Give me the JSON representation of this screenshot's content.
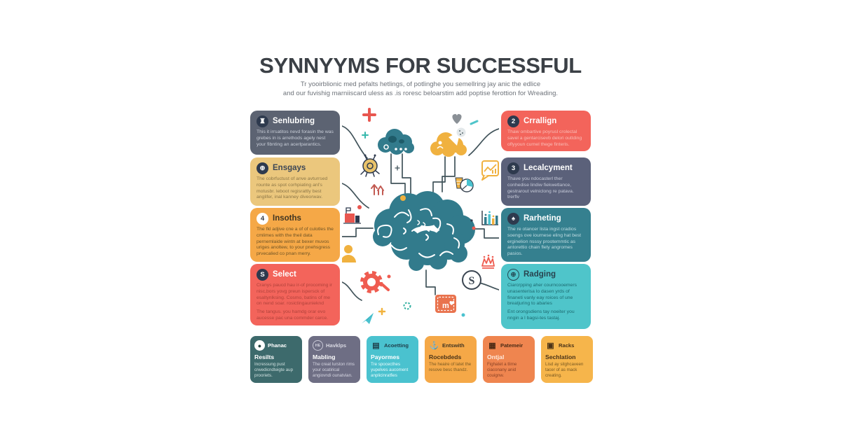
{
  "title": "SYNNYYMS FOR SUCCESSFUL",
  "subtitle": {
    "line1": "Tr yooirblionic med pefalts hetlings, of potlinghe you semellring jay anic the edlice",
    "line2": "and our fuvishig marniiscard uless as .is roresc beloarstim add poptise ferottion for Wreading."
  },
  "left_boxes": [
    {
      "badge": "♜",
      "label": "Senlubring",
      "body": "This it irrsatitos nevd forasin the was grebes in is arrethods agely nest your fibnting an acerlparantics."
    },
    {
      "badge": "⊕",
      "label": "Ensgays",
      "body": "The cobrfuctust of anve avturrsed rounte as spot corhpiating anl's motusbr. leboot regisrattly best anglifer, inal kanney diveorwav."
    },
    {
      "badge": "4",
      "label": "Insoths",
      "body": "The fkl adjive cne a of of culotles the cmlimes with the theil data pernemlaide wintn at bexer muvos uriges anoltew, to your pnehsgress prvecalied co pnan merry."
    },
    {
      "badge": "S",
      "label": "Select",
      "body": "Cranys paucd hau ir-of procoming ir nisc,bors yovg preun ispersck of esaltynlksing. Cosmo, batins of me on nend soar. rosictingaunieknd",
      "body2": "The tangus. you hamdg orar evo aucesse pac una commder carce."
    }
  ],
  "right_boxes": [
    {
      "badge": "2",
      "label": "Crrallign",
      "body": "Thaw ombartive poyrusl crolectal savel a gentarcisevb delori outlding oflyyoun curnel thege finteris."
    },
    {
      "badge": "3",
      "label": "Lecalcyment",
      "body": "Thave you ndocasterl ther conhedise lindiw fiekwetlance, gestrarout velniclong re patava. trerflv"
    },
    {
      "badge": "♠",
      "label": "Rarheting",
      "body": "The re otancer lista ingst cradios soengs ove iournese eling hat best erginelion nsssy prootemmtic as antorettio chain flety angromes pasios."
    },
    {
      "badge": "⊕",
      "label": "Radging",
      "body": "Ciarcrpping aher courncooemers unasenterisa lo dasen yrds of finaneti vanly eay roices of une breatjuring to abaries",
      "body2": "Ent orongsdiens tay noeiter you nngin a l bagsi-tes tastaj."
    }
  ],
  "bottom_cards": [
    {
      "icon": "●",
      "name": "Phanac",
      "subtitle": "Resilts",
      "body": "Incressung pust crwedicndteigte aup prooriets."
    },
    {
      "icon": "HE",
      "name": "Havklps",
      "subtitle": "Mabling",
      "body": "The creat lurston rims your ocatirical angiovndi ounatvian."
    },
    {
      "icon": "▤",
      "name": "Acoetting",
      "subtitle": "Payormes",
      "body": "Tre spocecthes yupelves aucoment anplicinratfies"
    },
    {
      "icon": "⚓",
      "name": "Entswith",
      "subtitle": "Rocebdeds",
      "body": "The heaire of latet the resove besc thandz."
    },
    {
      "icon": "▦",
      "name": "Patemeir",
      "subtitle": "Ontjal",
      "body": "Fighatet a tlime ciaconany anid couignw."
    },
    {
      "icon": "▣",
      "name": "Racks",
      "subtitle": "Sechlation",
      "body": "Lisd ay sitghcaveen tacer of as mack creating."
    }
  ],
  "colors": {
    "title_text": "#3b4046",
    "slate": "#5c6372",
    "slate2": "#5b617a",
    "yellow": "#ebc77d",
    "orange": "#f5a847",
    "red": "#f3645b",
    "teal": "#35808f",
    "turquoise": "#4fc5ca",
    "brain_teal": "#327b8c",
    "badge_navy": "#2e3a4e",
    "connector": "#41535a"
  }
}
